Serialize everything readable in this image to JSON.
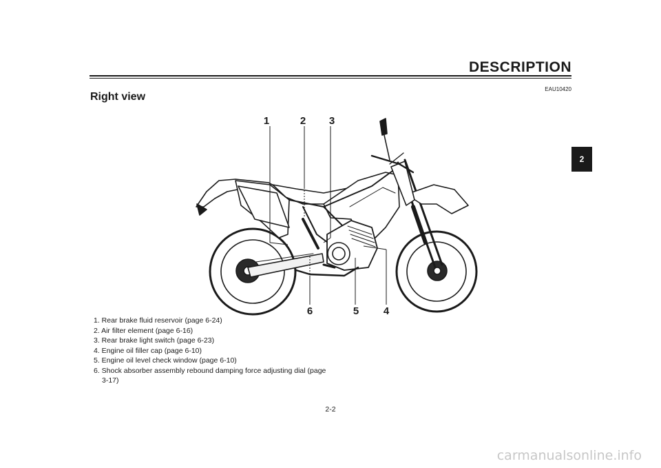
{
  "header": {
    "title": "DESCRIPTION"
  },
  "section": {
    "code": "EAU10420",
    "title": "Right view"
  },
  "chapter_tab": "2",
  "callouts": [
    "1",
    "2",
    "3",
    "4",
    "5",
    "6"
  ],
  "legend": [
    "1. Rear brake fluid reservoir (page 6-24)",
    "2. Air filter element (page 6-16)",
    "3. Rear brake light switch (page 6-23)",
    "4. Engine oil filler cap (page 6-10)",
    "5. Engine oil level check window (page 6-10)",
    "6. Shock absorber assembly rebound damping force adjusting dial (page 3-17)"
  ],
  "page_number": "2-2",
  "watermark": "carmanualsonline.info"
}
